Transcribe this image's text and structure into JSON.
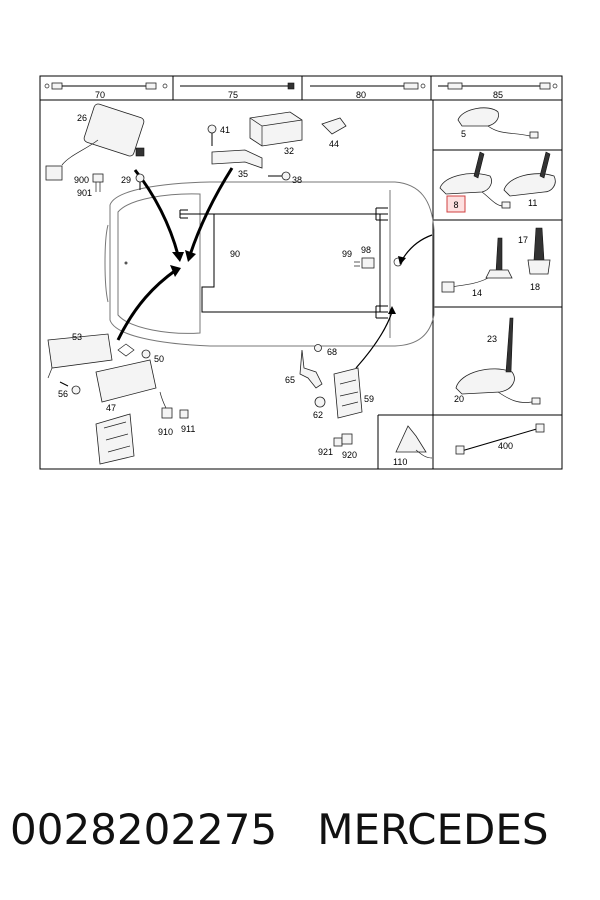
{
  "cable_lengths": [
    "70",
    "75",
    "80",
    "85"
  ],
  "callouts": {
    "c26": "26",
    "c41": "41",
    "c32": "32",
    "c44": "44",
    "c5": "5",
    "c900": "900",
    "c901": "901",
    "c29": "29",
    "c35": "35",
    "c38": "38",
    "c8": "8",
    "c11": "11",
    "c90": "90",
    "c99": "99",
    "c98": "98",
    "c17": "17",
    "c14": "14",
    "c18": "18",
    "c53": "53",
    "c50": "50",
    "c68": "68",
    "c23": "23",
    "c56": "56",
    "c47": "47",
    "c65": "65",
    "c62": "62",
    "c59": "59",
    "c20": "20",
    "c910": "910",
    "c911": "911",
    "c921": "921",
    "c920": "920",
    "c110": "110",
    "c400": "400"
  },
  "highlighted_callout": "8",
  "caption": {
    "part_number": "0028202275",
    "brand": "MERCEDES"
  },
  "colors": {
    "highlight_border": "#d04040",
    "highlight_fill": "#fde0e0"
  }
}
